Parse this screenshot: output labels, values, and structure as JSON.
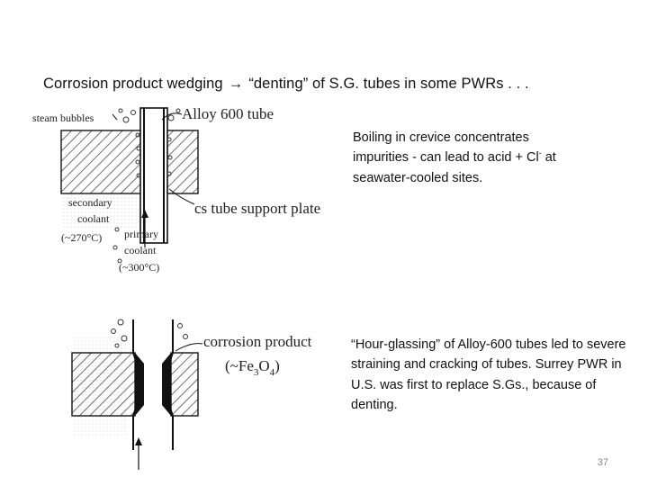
{
  "title": {
    "before": "Corrosion product wedging",
    "arrow": "→",
    "after": "“denting” of S.G. tubes in some PWRs . . ."
  },
  "note1": {
    "line1": "Boiling in crevice concentrates",
    "line2_pre": "impurities  - can lead to acid + Cl",
    "line2_sup": "-",
    "line2_post": " at",
    "line3": "seawater-cooled sites."
  },
  "note2": {
    "text": "“Hour-glassing” of Alloy-600 tubes led to severe straining and cracking of tubes.  Surrey PWR in U.S. was first to replace S.Gs., because of denting."
  },
  "figure1": {
    "steam_bubbles": "steam bubbles",
    "alloy_tube": "Alloy 600 tube",
    "support_plate": "cs tube support plate",
    "secondary": "secondary",
    "coolant": "coolant",
    "secondary_temp": "(~270°C)",
    "primary": "primary",
    "primary_coolant": "coolant",
    "primary_temp": "(~300°C)"
  },
  "figure2": {
    "corrosion_product": "corrosion product",
    "formula_open": "(~Fe",
    "formula_sub1": "3",
    "formula_o": "O",
    "formula_sub2": "4",
    "formula_close": ")"
  },
  "page_number": "37"
}
